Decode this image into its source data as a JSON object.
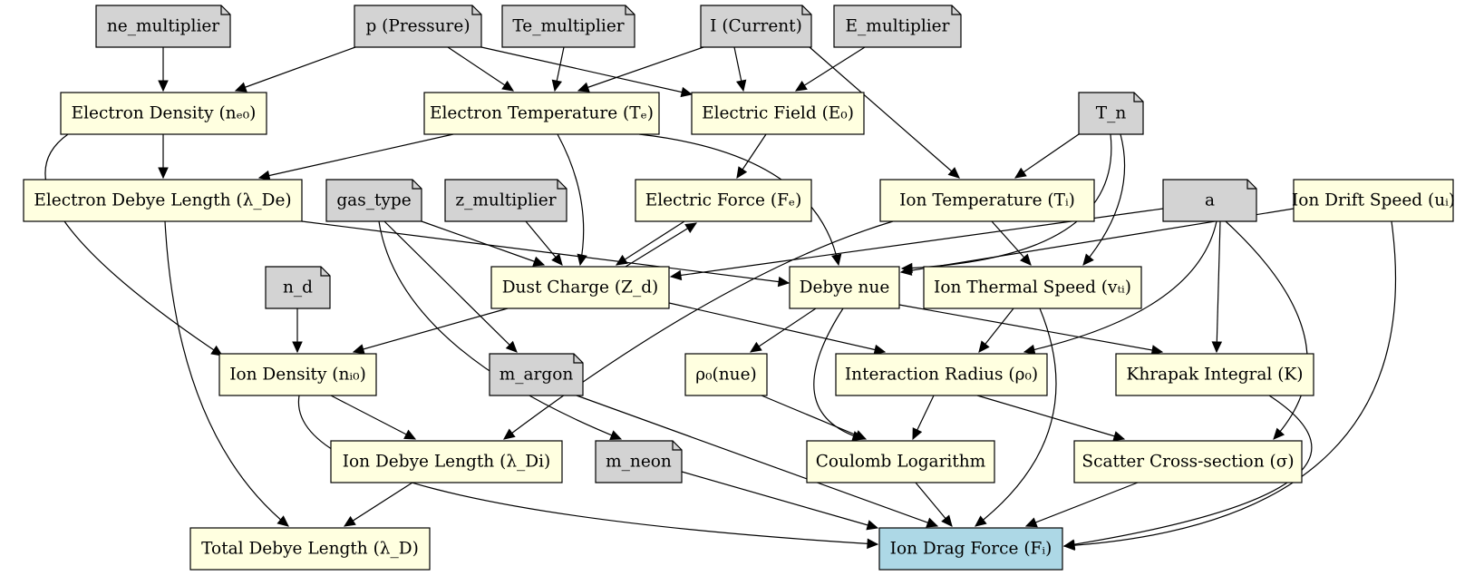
{
  "diagram": {
    "colors": {
      "input_fill": "#d3d3d3",
      "computed_fill": "#ffffe0",
      "output_fill": "#add8e6",
      "stroke": "#000000"
    },
    "nodes": {
      "ne_multiplier": {
        "label": "ne_multiplier",
        "kind": "input"
      },
      "p": {
        "label": "p (Pressure)",
        "kind": "input"
      },
      "Te_multiplier": {
        "label": "Te_multiplier",
        "kind": "input"
      },
      "I": {
        "label": "I (Current)",
        "kind": "input"
      },
      "E_multiplier": {
        "label": "E_multiplier",
        "kind": "input"
      },
      "ne0": {
        "label": "Electron Density (nₑ₀)",
        "kind": "computed"
      },
      "Te": {
        "label": "Electron Temperature (Tₑ)",
        "kind": "computed"
      },
      "E0": {
        "label": "Electric Field (E₀)",
        "kind": "computed"
      },
      "T_n": {
        "label": "T_n",
        "kind": "input"
      },
      "lDe": {
        "label": "Electron Debye Length (λ_De)",
        "kind": "computed"
      },
      "gas_type": {
        "label": "gas_type",
        "kind": "input"
      },
      "z_multiplier": {
        "label": "z_multiplier",
        "kind": "input"
      },
      "Fe": {
        "label": "Electric Force (Fₑ)",
        "kind": "computed"
      },
      "Ti": {
        "label": "Ion Temperature (Tᵢ)",
        "kind": "computed"
      },
      "a": {
        "label": "a",
        "kind": "input"
      },
      "ui": {
        "label": "Ion Drift Speed (uᵢ)",
        "kind": "computed"
      },
      "n_d": {
        "label": "n_d",
        "kind": "input"
      },
      "Zd": {
        "label": "Dust Charge (Z_d)",
        "kind": "computed"
      },
      "nue": {
        "label": "Debye nue",
        "kind": "computed"
      },
      "vti": {
        "label": "Ion Thermal Speed (vₜᵢ)",
        "kind": "computed"
      },
      "ni0": {
        "label": "Ion Density (nᵢ₀)",
        "kind": "computed"
      },
      "m_argon": {
        "label": "m_argon",
        "kind": "input"
      },
      "rho0nue": {
        "label": "ρ₀(nue)",
        "kind": "computed"
      },
      "rho0": {
        "label": "Interaction Radius (ρ₀)",
        "kind": "computed"
      },
      "K": {
        "label": "Khrapak Integral (K)",
        "kind": "computed"
      },
      "lDi": {
        "label": "Ion Debye Length (λ_Di)",
        "kind": "computed"
      },
      "m_neon": {
        "label": "m_neon",
        "kind": "input"
      },
      "coul": {
        "label": "Coulomb Logarithm",
        "kind": "computed"
      },
      "sigma": {
        "label": "Scatter Cross-section (σ)",
        "kind": "computed"
      },
      "lD": {
        "label": "Total Debye Length (λ_D)",
        "kind": "computed"
      },
      "Fi": {
        "label": "Ion Drag Force (Fᵢ)",
        "kind": "output"
      }
    },
    "edges": [
      [
        "ne_multiplier",
        "ne0"
      ],
      [
        "p",
        "ne0"
      ],
      [
        "p",
        "Te"
      ],
      [
        "p",
        "E0"
      ],
      [
        "Te_multiplier",
        "Te"
      ],
      [
        "I",
        "Te"
      ],
      [
        "I",
        "E0"
      ],
      [
        "I",
        "Ti"
      ],
      [
        "E_multiplier",
        "E0"
      ],
      [
        "ne0",
        "lDe"
      ],
      [
        "ne0",
        "ni0"
      ],
      [
        "Te",
        "lDe"
      ],
      [
        "Te",
        "Zd"
      ],
      [
        "Te",
        "nue"
      ],
      [
        "E0",
        "Fe"
      ],
      [
        "T_n",
        "Ti"
      ],
      [
        "T_n",
        "nue"
      ],
      [
        "T_n",
        "vti"
      ],
      [
        "lDe",
        "lD"
      ],
      [
        "lDe",
        "nue"
      ],
      [
        "gas_type",
        "Zd"
      ],
      [
        "gas_type",
        "m_argon"
      ],
      [
        "gas_type",
        "m_neon"
      ],
      [
        "z_multiplier",
        "Zd"
      ],
      [
        "Fe",
        "Zd"
      ],
      [
        "Zd",
        "Fe"
      ],
      [
        "Ti",
        "vti"
      ],
      [
        "Ti",
        "lDi"
      ],
      [
        "a",
        "Zd"
      ],
      [
        "a",
        "rho0"
      ],
      [
        "a",
        "K"
      ],
      [
        "a",
        "sigma"
      ],
      [
        "ui",
        "nue"
      ],
      [
        "ui",
        "Fi"
      ],
      [
        "n_d",
        "ni0"
      ],
      [
        "Zd",
        "ni0"
      ],
      [
        "Zd",
        "rho0"
      ],
      [
        "nue",
        "rho0nue"
      ],
      [
        "nue",
        "coul"
      ],
      [
        "nue",
        "K"
      ],
      [
        "vti",
        "rho0"
      ],
      [
        "vti",
        "Fi"
      ],
      [
        "ni0",
        "lDi"
      ],
      [
        "ni0",
        "Fi"
      ],
      [
        "m_argon",
        "Fi"
      ],
      [
        "rho0nue",
        "coul"
      ],
      [
        "rho0",
        "coul"
      ],
      [
        "rho0",
        "sigma"
      ],
      [
        "K",
        "Fi"
      ],
      [
        "lDi",
        "lD"
      ],
      [
        "m_neon",
        "Fi"
      ],
      [
        "coul",
        "Fi"
      ],
      [
        "sigma",
        "Fi"
      ]
    ]
  }
}
